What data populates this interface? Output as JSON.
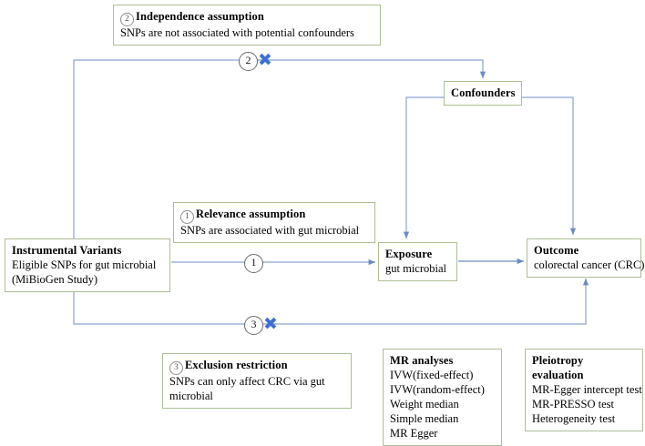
{
  "figure": {
    "type": "mendelian-randomization-diagram",
    "colors": {
      "box_border": "#adbf93",
      "arrow": "#6b8cc4",
      "x_mark": "#3f6fd4",
      "text": "#000000",
      "background": "#ffffff"
    }
  },
  "assumptions": {
    "independence": {
      "index": "2",
      "title": "Independence  assumption",
      "body": "SNPs are not associated with potential confounders"
    },
    "relevance": {
      "index": "1",
      "title": "Relevance assumption",
      "body": "SNPs are associated with gut microbial"
    },
    "exclusion": {
      "index": "3",
      "title": "Exclusion restriction",
      "body": "SNPs can only affect CRC via  gut microbial"
    }
  },
  "nodes": {
    "instrumental_variants": {
      "title": "Instrumental Variants",
      "line1": "Eligible SNPs for gut microbial",
      "line2": "(MiBioGen Study)"
    },
    "exposure": {
      "title": "Exposure",
      "line1": "gut microbial"
    },
    "outcome": {
      "title": "Outcome",
      "line1": "colorectal cancer (CRC)"
    },
    "confounders": {
      "title": "Confounders"
    }
  },
  "panels": {
    "mr_analyses": {
      "title": "MR analyses",
      "items": [
        "IVW(fixed-effect)",
        "IVW(random-effect)",
        "Weight median",
        "Simple median",
        "MR Egger"
      ]
    },
    "pleiotropy_evaluation": {
      "title": "Pleiotropy evaluation",
      "items": [
        "MR-Egger intercept test",
        "MR-PRESSO  test",
        "Heterogeneity test"
      ]
    }
  },
  "edge_markers": {
    "relevance": {
      "label": "1",
      "has_x": false
    },
    "independence": {
      "label": "2",
      "has_x": true,
      "x_glyph": "✖"
    },
    "exclusion": {
      "label": "3",
      "has_x": true,
      "x_glyph": "✖"
    }
  }
}
